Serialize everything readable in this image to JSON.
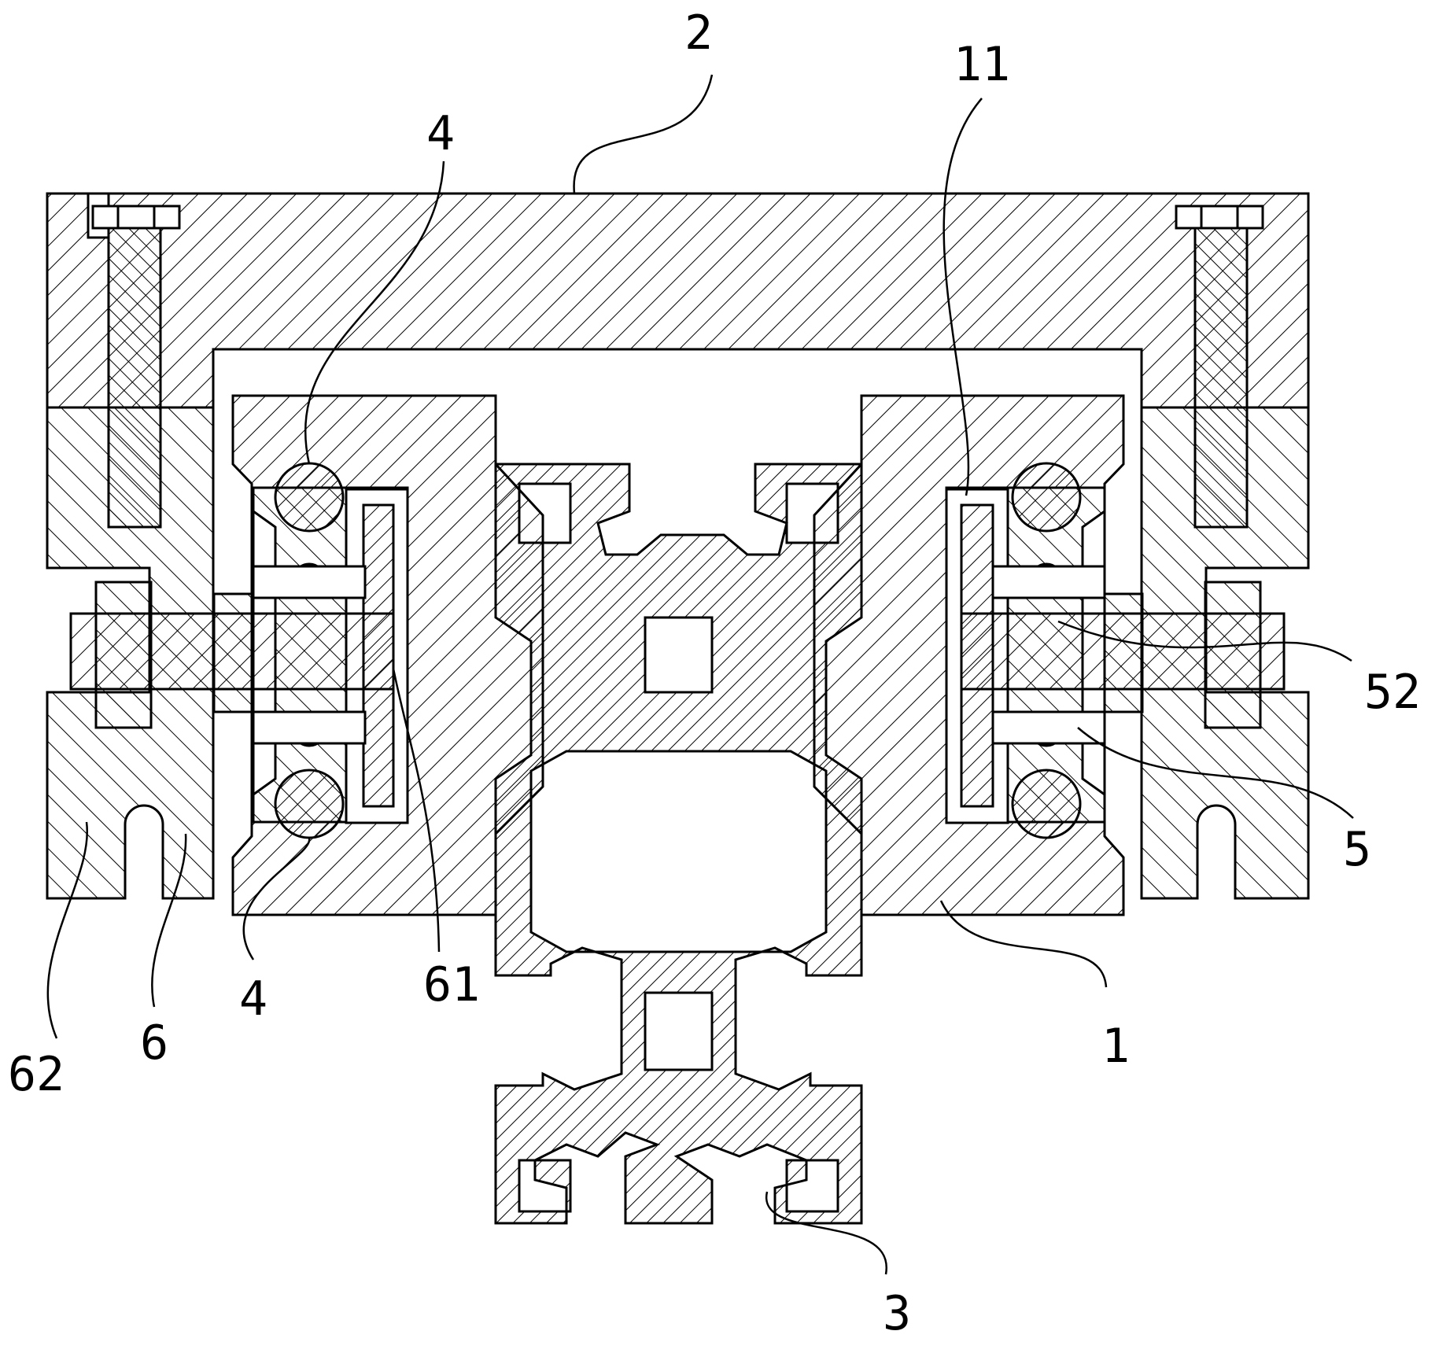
{
  "diagram": {
    "line_color": "#000000",
    "background_color": "#ffffff",
    "callouts": [
      {
        "id": "c2",
        "label": "2"
      },
      {
        "id": "c11",
        "label": "11"
      },
      {
        "id": "c4-top",
        "label": "4"
      },
      {
        "id": "c52",
        "label": "52"
      },
      {
        "id": "c5",
        "label": "5"
      },
      {
        "id": "c61",
        "label": "61"
      },
      {
        "id": "c4-bottom",
        "label": "4"
      },
      {
        "id": "c62",
        "label": "62"
      },
      {
        "id": "c6",
        "label": "6"
      },
      {
        "id": "c1",
        "label": "1"
      },
      {
        "id": "c3",
        "label": "3"
      }
    ]
  }
}
